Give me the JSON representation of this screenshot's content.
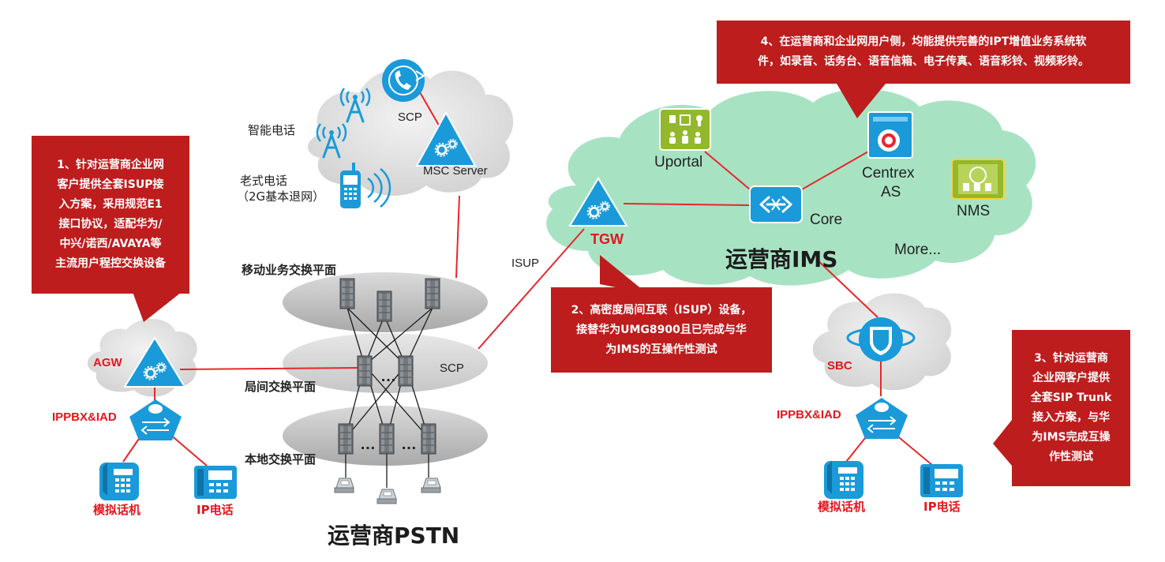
{
  "labels": {
    "scp_top": "SCP",
    "msc_server": "MSC Server",
    "smart_phone": "智能电话",
    "old_phone_line1": "老式电话",
    "old_phone_line2": "（2G基本退网）",
    "mobile_plane": "移动业务交换平面",
    "inter_office_plane": "局间交换平面",
    "local_plane": "本地交换平面",
    "scp_mid": "SCP",
    "isup": "ISUP",
    "pstn_title": "运营商PSTN",
    "agw": "AGW",
    "ippbx_left": "IPPBX&IAD",
    "analog_left": "模拟话机",
    "ip_phone_left": "IP电话",
    "tgw": "TGW",
    "uportal": "Uportal",
    "core": "Core",
    "centrex_line1": "Centrex",
    "centrex_line2": "AS",
    "nms": "NMS",
    "more": "More...",
    "ims_title": "运营商IMS",
    "sbc": "SBC",
    "ippbx_right": "IPPBX&IAD",
    "analog_right": "模拟话机",
    "ip_phone_right": "IP电话",
    "ellipsis": "…"
  },
  "callouts": {
    "c1": [
      "1、针对运营商企业网",
      "客户提供全套ISUP接",
      "入方案，采用规范E1",
      "接口协议，适配华为/",
      "中兴/诺西/AVAYA等",
      "主流用户程控交换设备"
    ],
    "c2": [
      "2、高密度局间互联（ISUP）设备，",
      "接替华为UMG8900且已完成与华",
      "为IMS的互操作性测试"
    ],
    "c3": [
      "3、针对运营商",
      "企业网客户提供",
      "全套SIP Trunk",
      "接入方案，与华",
      "为IMS完成互操",
      "作性测试"
    ],
    "c4": [
      "4、在运营商和企业网用户侧，均能提供完善的IPT增值业务系统软",
      "件，如录音、话务台、语音信箱、电子传真、语音彩铃、视频彩铃。"
    ]
  },
  "icons": {
    "cloud": "cloud-icon",
    "gateway": "gateway-triangle-icon",
    "switch": "switch-rack-icon",
    "router": "router-pentagon-icon",
    "phone": "desk-phone-icon",
    "ip_phone": "ip-phone-icon",
    "mobile": "mobile-phone-icon",
    "tower": "antenna-tower-icon",
    "firewall": "shield-globe-icon"
  },
  "colors": {
    "callout_red": "#bd1d1d",
    "label_red": "#e3171d",
    "link_red": "#e8262b",
    "device_blue": "#1a9ad9",
    "ims_cloud": "#a7e3c3",
    "grey_cloud": "#d8d8d8",
    "plane_grey": "#bdbdbd"
  }
}
